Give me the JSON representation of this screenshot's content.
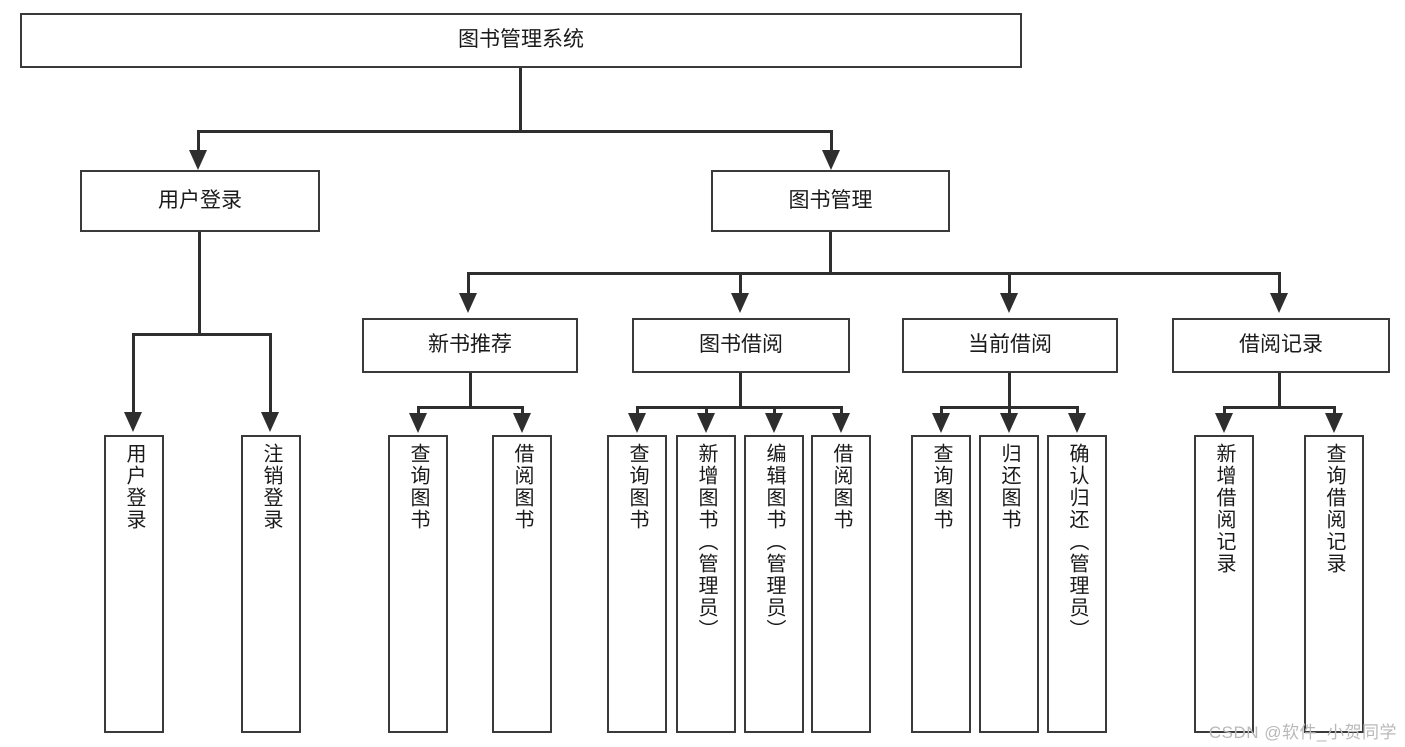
{
  "diagram": {
    "type": "tree",
    "title": "图书管理系统",
    "root": {
      "label": "图书管理系统"
    },
    "level2": [
      {
        "label": "用户登录"
      },
      {
        "label": "图书管理"
      }
    ],
    "level3": [
      {
        "label": "新书推荐"
      },
      {
        "label": "图书借阅"
      },
      {
        "label": "当前借阅"
      },
      {
        "label": "借阅记录"
      }
    ],
    "leaves": {
      "user_login": [
        {
          "label": "用户登录"
        },
        {
          "label": "注销登录"
        }
      ],
      "new_book_recommend": [
        {
          "label": "查询图书"
        },
        {
          "label": "借阅图书"
        }
      ],
      "book_borrow": [
        {
          "label": "查询图书"
        },
        {
          "label": "新增图书（管理员）"
        },
        {
          "label": "编辑图书（管理员）"
        },
        {
          "label": "借阅图书"
        }
      ],
      "current_borrow": [
        {
          "label": "查询图书"
        },
        {
          "label": "归还图书"
        },
        {
          "label": "确认归还（管理员）"
        }
      ],
      "borrow_record": [
        {
          "label": "新增借阅记录"
        },
        {
          "label": "查询借阅记录"
        }
      ]
    }
  },
  "watermark": {
    "text": "CSDN @软件_小贺同学"
  },
  "colors": {
    "border": "#3a3a3a",
    "line": "#2e2e2e",
    "text": "#1a1a1a",
    "background": "#ffffff",
    "watermark": "#b9b9b9"
  }
}
